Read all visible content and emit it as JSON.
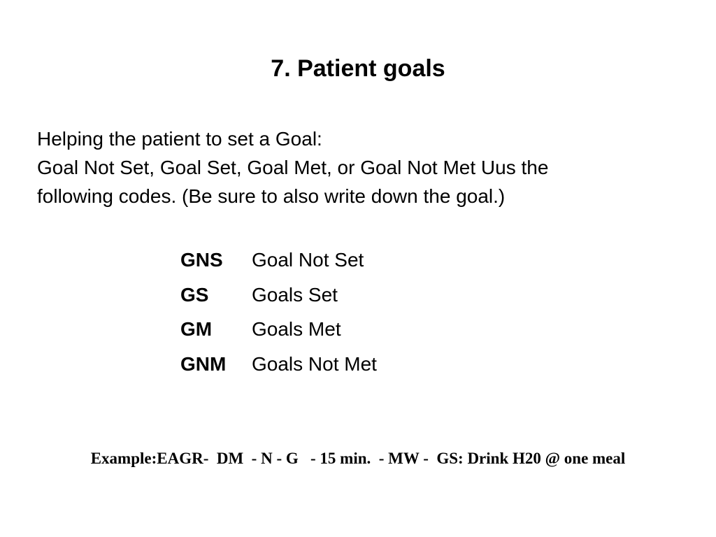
{
  "slide": {
    "title": "7. Patient goals",
    "intro_lines": [
      "Helping the patient to set a Goal:",
      "Goal Not Set, Goal Set, Goal Met, or Goal Not Met Uus the",
      "following codes.  (Be sure to also write down the goal.)"
    ],
    "codes": [
      {
        "abbr": "GNS",
        "description": "Goal Not Set"
      },
      {
        "abbr": "GS",
        "description": "Goals Set"
      },
      {
        "abbr": "GM",
        "description": "Goals Met"
      },
      {
        "abbr": "GNM",
        "description": "Goals Not Met"
      }
    ],
    "example": "Example:EAGR-  DM  - N - G   - 15 min.  - MW -  GS: Drink H20 @ one meal"
  }
}
